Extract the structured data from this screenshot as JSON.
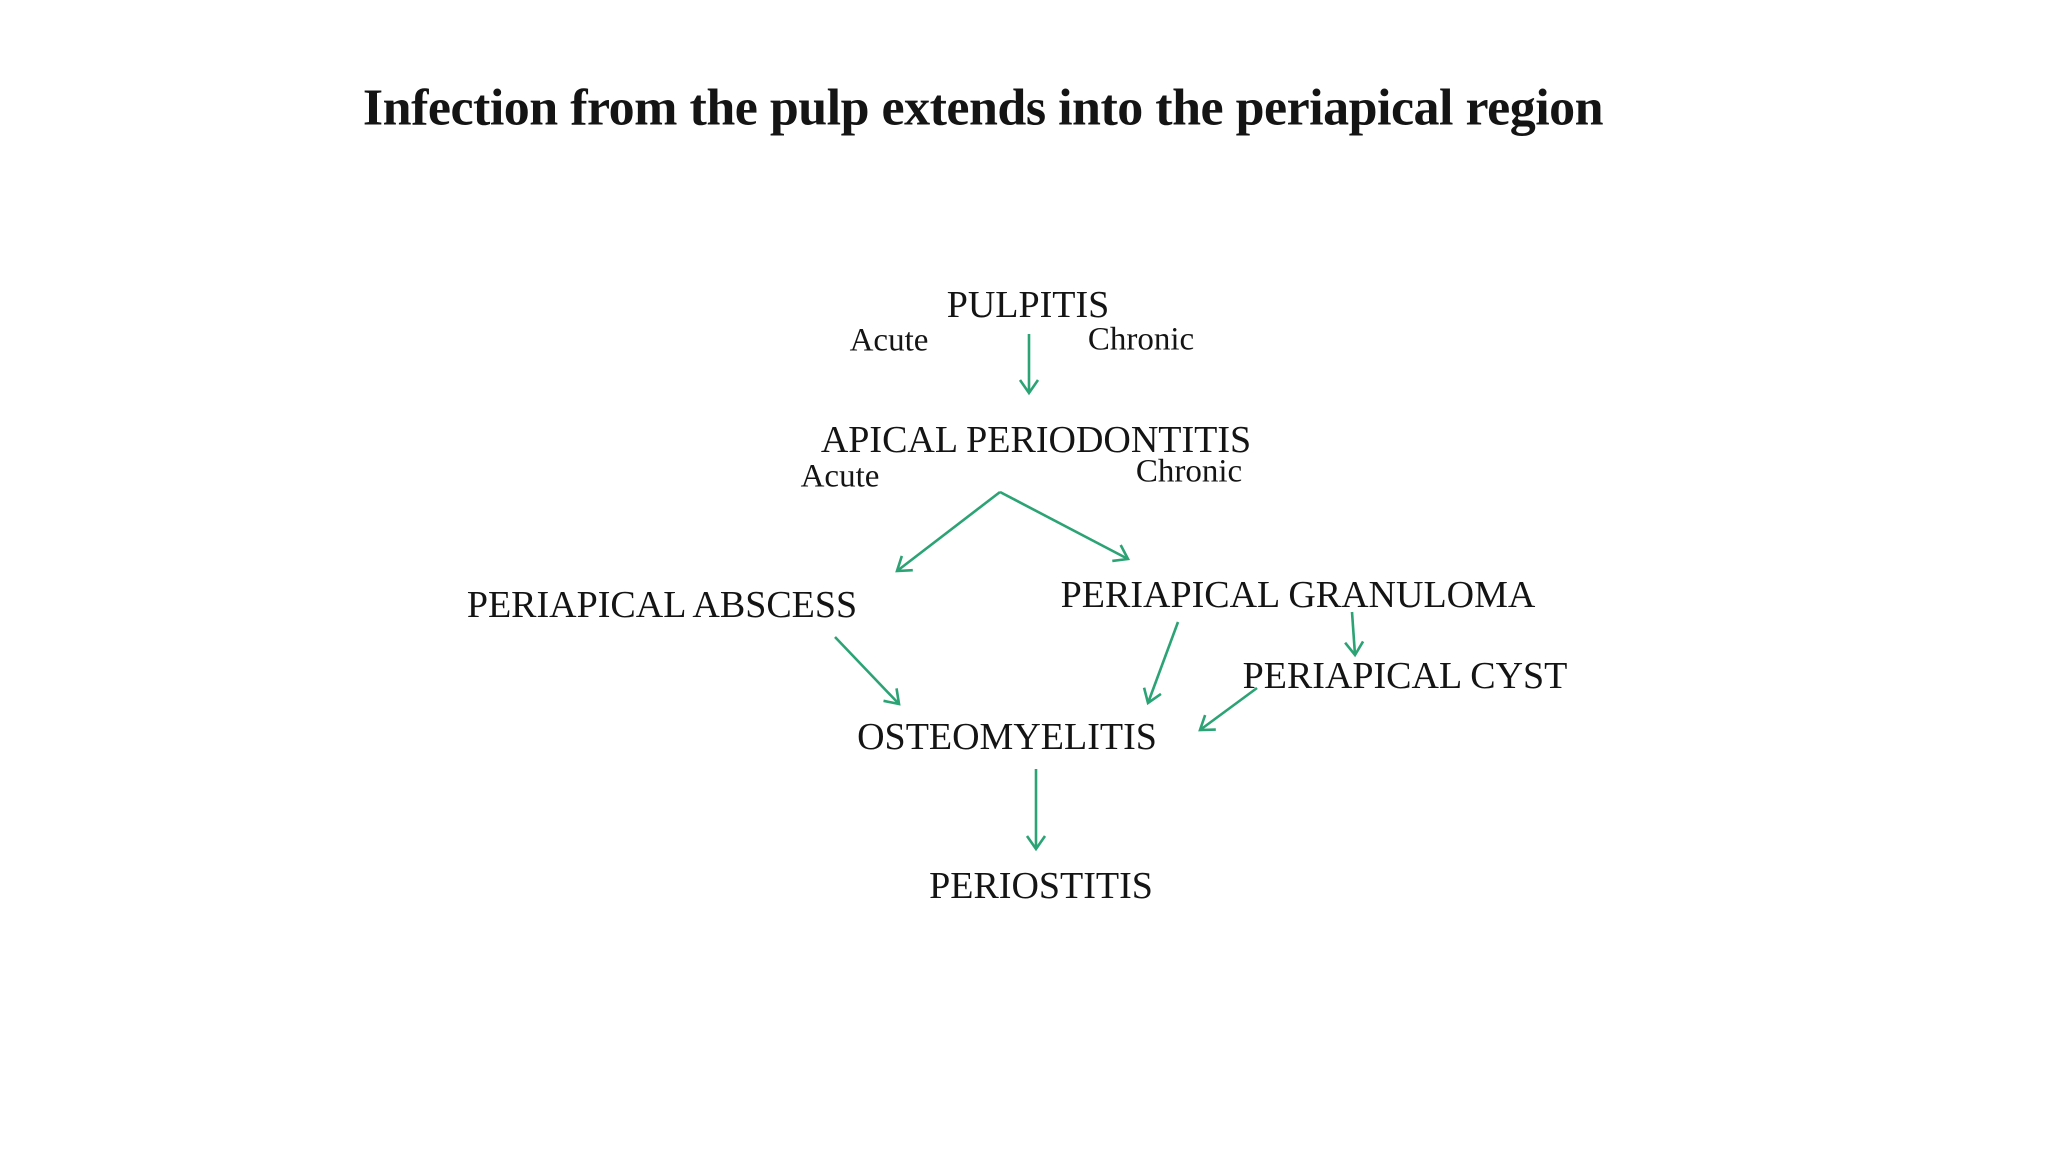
{
  "title": "Infection from the pulp extends into the periapical region",
  "diagram": {
    "arrow_color": "#2ba374",
    "text_color": "#141414",
    "background_color": "#ffffff",
    "nodes": {
      "pulpitis": {
        "label": "PULPITIS",
        "acute": "Acute",
        "chronic": "Chronic"
      },
      "apical_periodontitis": {
        "label": "APICAL PERIODONTITIS",
        "acute": "Acute",
        "chronic": "Chronic"
      },
      "periapical_abscess": {
        "label": "PERIAPICAL ABSCESS"
      },
      "periapical_granuloma": {
        "label": "PERIAPICAL GRANULOMA"
      },
      "periapical_cyst": {
        "label": "PERIAPICAL CYST"
      },
      "osteomyelitis": {
        "label": "OSTEOMYELITIS"
      },
      "periostitis": {
        "label": "PERIOSTITIS"
      }
    },
    "edges": [
      {
        "from": "PULPITIS",
        "to": "APICAL PERIODONTITIS"
      },
      {
        "from": "APICAL PERIODONTITIS",
        "to": "PERIAPICAL ABSCESS"
      },
      {
        "from": "APICAL PERIODONTITIS",
        "to": "PERIAPICAL GRANULOMA"
      },
      {
        "from": "PERIAPICAL ABSCESS",
        "to": "OSTEOMYELITIS"
      },
      {
        "from": "PERIAPICAL GRANULOMA",
        "to": "OSTEOMYELITIS"
      },
      {
        "from": "PERIAPICAL GRANULOMA",
        "to": "PERIAPICAL CYST"
      },
      {
        "from": "PERIAPICAL CYST",
        "to": "OSTEOMYELITIS"
      },
      {
        "from": "OSTEOMYELITIS",
        "to": "PERIOSTITIS"
      }
    ]
  }
}
